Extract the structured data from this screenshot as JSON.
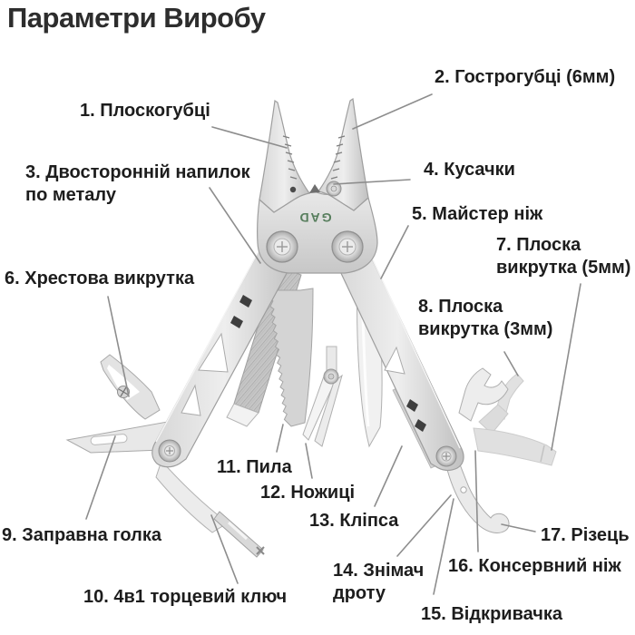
{
  "title": "Параметри Виробу",
  "brand": {
    "logo_text": "GAD"
  },
  "colors": {
    "background": "#ffffff",
    "label_text": "#1d1d1d",
    "leader_line": "#8d8d8d",
    "logo_green": "#567d5c",
    "metal_light": "#efefef",
    "metal_mid": "#c9c9c9",
    "metal_dark": "#9b9b9b"
  },
  "labels": [
    {
      "tool": "pliers",
      "lines": [
        "1. Плоскогубці"
      ]
    },
    {
      "tool": "needle-nose-tips-6mm",
      "lines": [
        "2. Гострогубці (6мм)"
      ]
    },
    {
      "tool": "double-sided-metal-file",
      "lines": [
        "3. Двосторонній напилок",
        "по металу"
      ]
    },
    {
      "tool": "wire-cutters",
      "lines": [
        "4. Кусачки"
      ]
    },
    {
      "tool": "master-knife",
      "lines": [
        "5. Майстер ніж"
      ]
    },
    {
      "tool": "phillips-screwdriver",
      "lines": [
        "6. Хрестова викрутка"
      ]
    },
    {
      "tool": "flat-screwdriver-5mm",
      "lines": [
        "7. Плоска",
        "викрутка (5мм)"
      ]
    },
    {
      "tool": "flat-screwdriver-3mm",
      "lines": [
        "8. Плоска",
        "викрутка (3мм)"
      ]
    },
    {
      "tool": "refill-needle",
      "lines": [
        "9. Заправна голка"
      ]
    },
    {
      "tool": "socket-wrench-4in1",
      "lines": [
        "10. 4в1 торцевий ключ"
      ]
    },
    {
      "tool": "saw",
      "lines": [
        "11. Пила"
      ]
    },
    {
      "tool": "scissors",
      "lines": [
        "12. Ножиці"
      ]
    },
    {
      "tool": "clip",
      "lines": [
        "13. Кліпса"
      ]
    },
    {
      "tool": "wire-stripper",
      "lines": [
        "14. Знімач",
        "дроту"
      ]
    },
    {
      "tool": "bottle-opener",
      "lines": [
        "15. Відкривачка"
      ]
    },
    {
      "tool": "can-opener",
      "lines": [
        "16. Консервний ніж"
      ]
    },
    {
      "tool": "cutter",
      "lines": [
        "17. Різець"
      ]
    }
  ]
}
